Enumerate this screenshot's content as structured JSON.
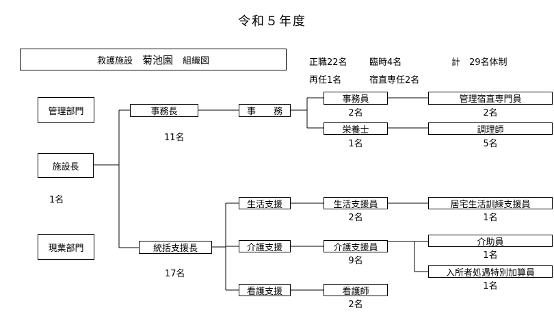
{
  "title": "令和５年度",
  "header_box": {
    "prefix": "救護施設",
    "name": "菊池園",
    "suffix": "組織図"
  },
  "staff_summary": {
    "regular": "正職22名",
    "temporary": "臨時4名",
    "total": "計　29名体制",
    "reemployed": "再任1名",
    "night_duty": "宿直専任2名"
  },
  "departments": {
    "management": "管理部門",
    "field": "現業部門"
  },
  "director": {
    "label": "施設長",
    "count": "1名"
  },
  "admin_chief": {
    "label": "事務長",
    "count": "11名"
  },
  "general_affairs": {
    "label": "事　　務"
  },
  "clerk": {
    "label": "事務員",
    "count": "2名"
  },
  "night_staff": {
    "label": "管理宿直専門員",
    "count": "2名"
  },
  "dietitian": {
    "label": "栄養士",
    "count": "1名"
  },
  "cook": {
    "label": "調理師",
    "count": "5名"
  },
  "support_chief": {
    "label": "統括支援長",
    "count": "17名"
  },
  "life_support": {
    "label": "生活支援"
  },
  "life_support_staff": {
    "label": "生活支援員",
    "count": "2名"
  },
  "home_training_staff": {
    "label": "居宅生活訓練支援員",
    "count": "1名"
  },
  "care_support": {
    "label": "介護支援"
  },
  "care_support_staff": {
    "label": "介護支援員",
    "count": "9名"
  },
  "care_assistant": {
    "label": "介助員",
    "count": "1名"
  },
  "special_staff": {
    "label": "入所者処遇特別加算員",
    "count": "1名"
  },
  "nursing_support": {
    "label": "看護支援"
  },
  "nurse": {
    "label": "看護師",
    "count": "2名"
  }
}
